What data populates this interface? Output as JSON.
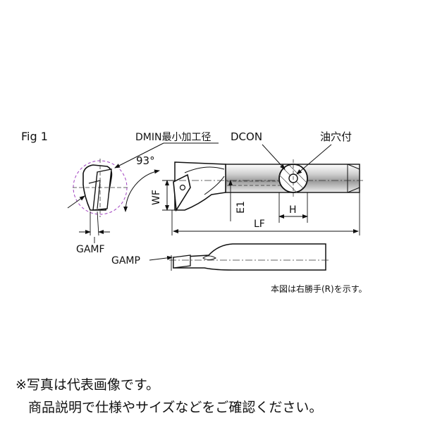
{
  "figure": {
    "fig_label": "Fig 1",
    "labels": {
      "dmin": "DMIN最小加工径",
      "dcon": "DCON",
      "oil_hole": "油穴付",
      "angle": "93°",
      "wf": "WF",
      "e1": "E1",
      "h": "H",
      "lf": "LF",
      "gamf": "GAMF",
      "gamp": "GAMP"
    },
    "caption": "本図は右勝手(R)を示す。",
    "colors": {
      "line": "#111111",
      "dmin_circle": "#a040c0",
      "body_shade": "#b8b8b8"
    }
  },
  "notes": {
    "line1": "※写真は代表画像です。",
    "line2": "商品説明で仕様やサイズなどをご確認ください。"
  }
}
